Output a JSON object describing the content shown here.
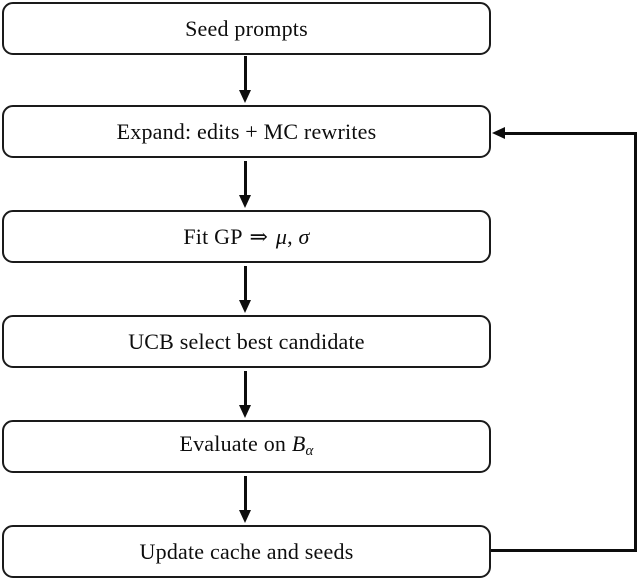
{
  "diagram": {
    "type": "flowchart",
    "orientation": "vertical-loop",
    "colors": {
      "stroke": "#0d0d0d",
      "box_border": "#1a1a1a",
      "box_fill": "#ffffff",
      "background": "#ffffff"
    },
    "nodes": [
      {
        "id": "seed",
        "label": "Seed prompts"
      },
      {
        "id": "expand",
        "label": "Expand: edits + MC rewrites"
      },
      {
        "id": "fit-gp",
        "label_prefix": "Fit GP ",
        "label_symbol": "⇒",
        "label_var1": "μ",
        "label_sep": ", ",
        "label_var2": "σ",
        "label_plain": "Fit GP ⇒ μ, σ"
      },
      {
        "id": "ucb",
        "label": "UCB select best candidate"
      },
      {
        "id": "evaluate",
        "label_prefix": "Evaluate on ",
        "label_var": "B",
        "label_sub": "α",
        "label_plain": "Evaluate on Bα"
      },
      {
        "id": "update",
        "label": "Update cache and seeds"
      }
    ],
    "edges": [
      {
        "from": "seed",
        "to": "expand",
        "kind": "arrow-down"
      },
      {
        "from": "expand",
        "to": "fit-gp",
        "kind": "arrow-down"
      },
      {
        "from": "fit-gp",
        "to": "ucb",
        "kind": "arrow-down"
      },
      {
        "from": "ucb",
        "to": "evaluate",
        "kind": "arrow-down"
      },
      {
        "from": "evaluate",
        "to": "update",
        "kind": "arrow-down"
      },
      {
        "from": "update",
        "to": "expand",
        "kind": "feedback-loop-right"
      }
    ]
  }
}
